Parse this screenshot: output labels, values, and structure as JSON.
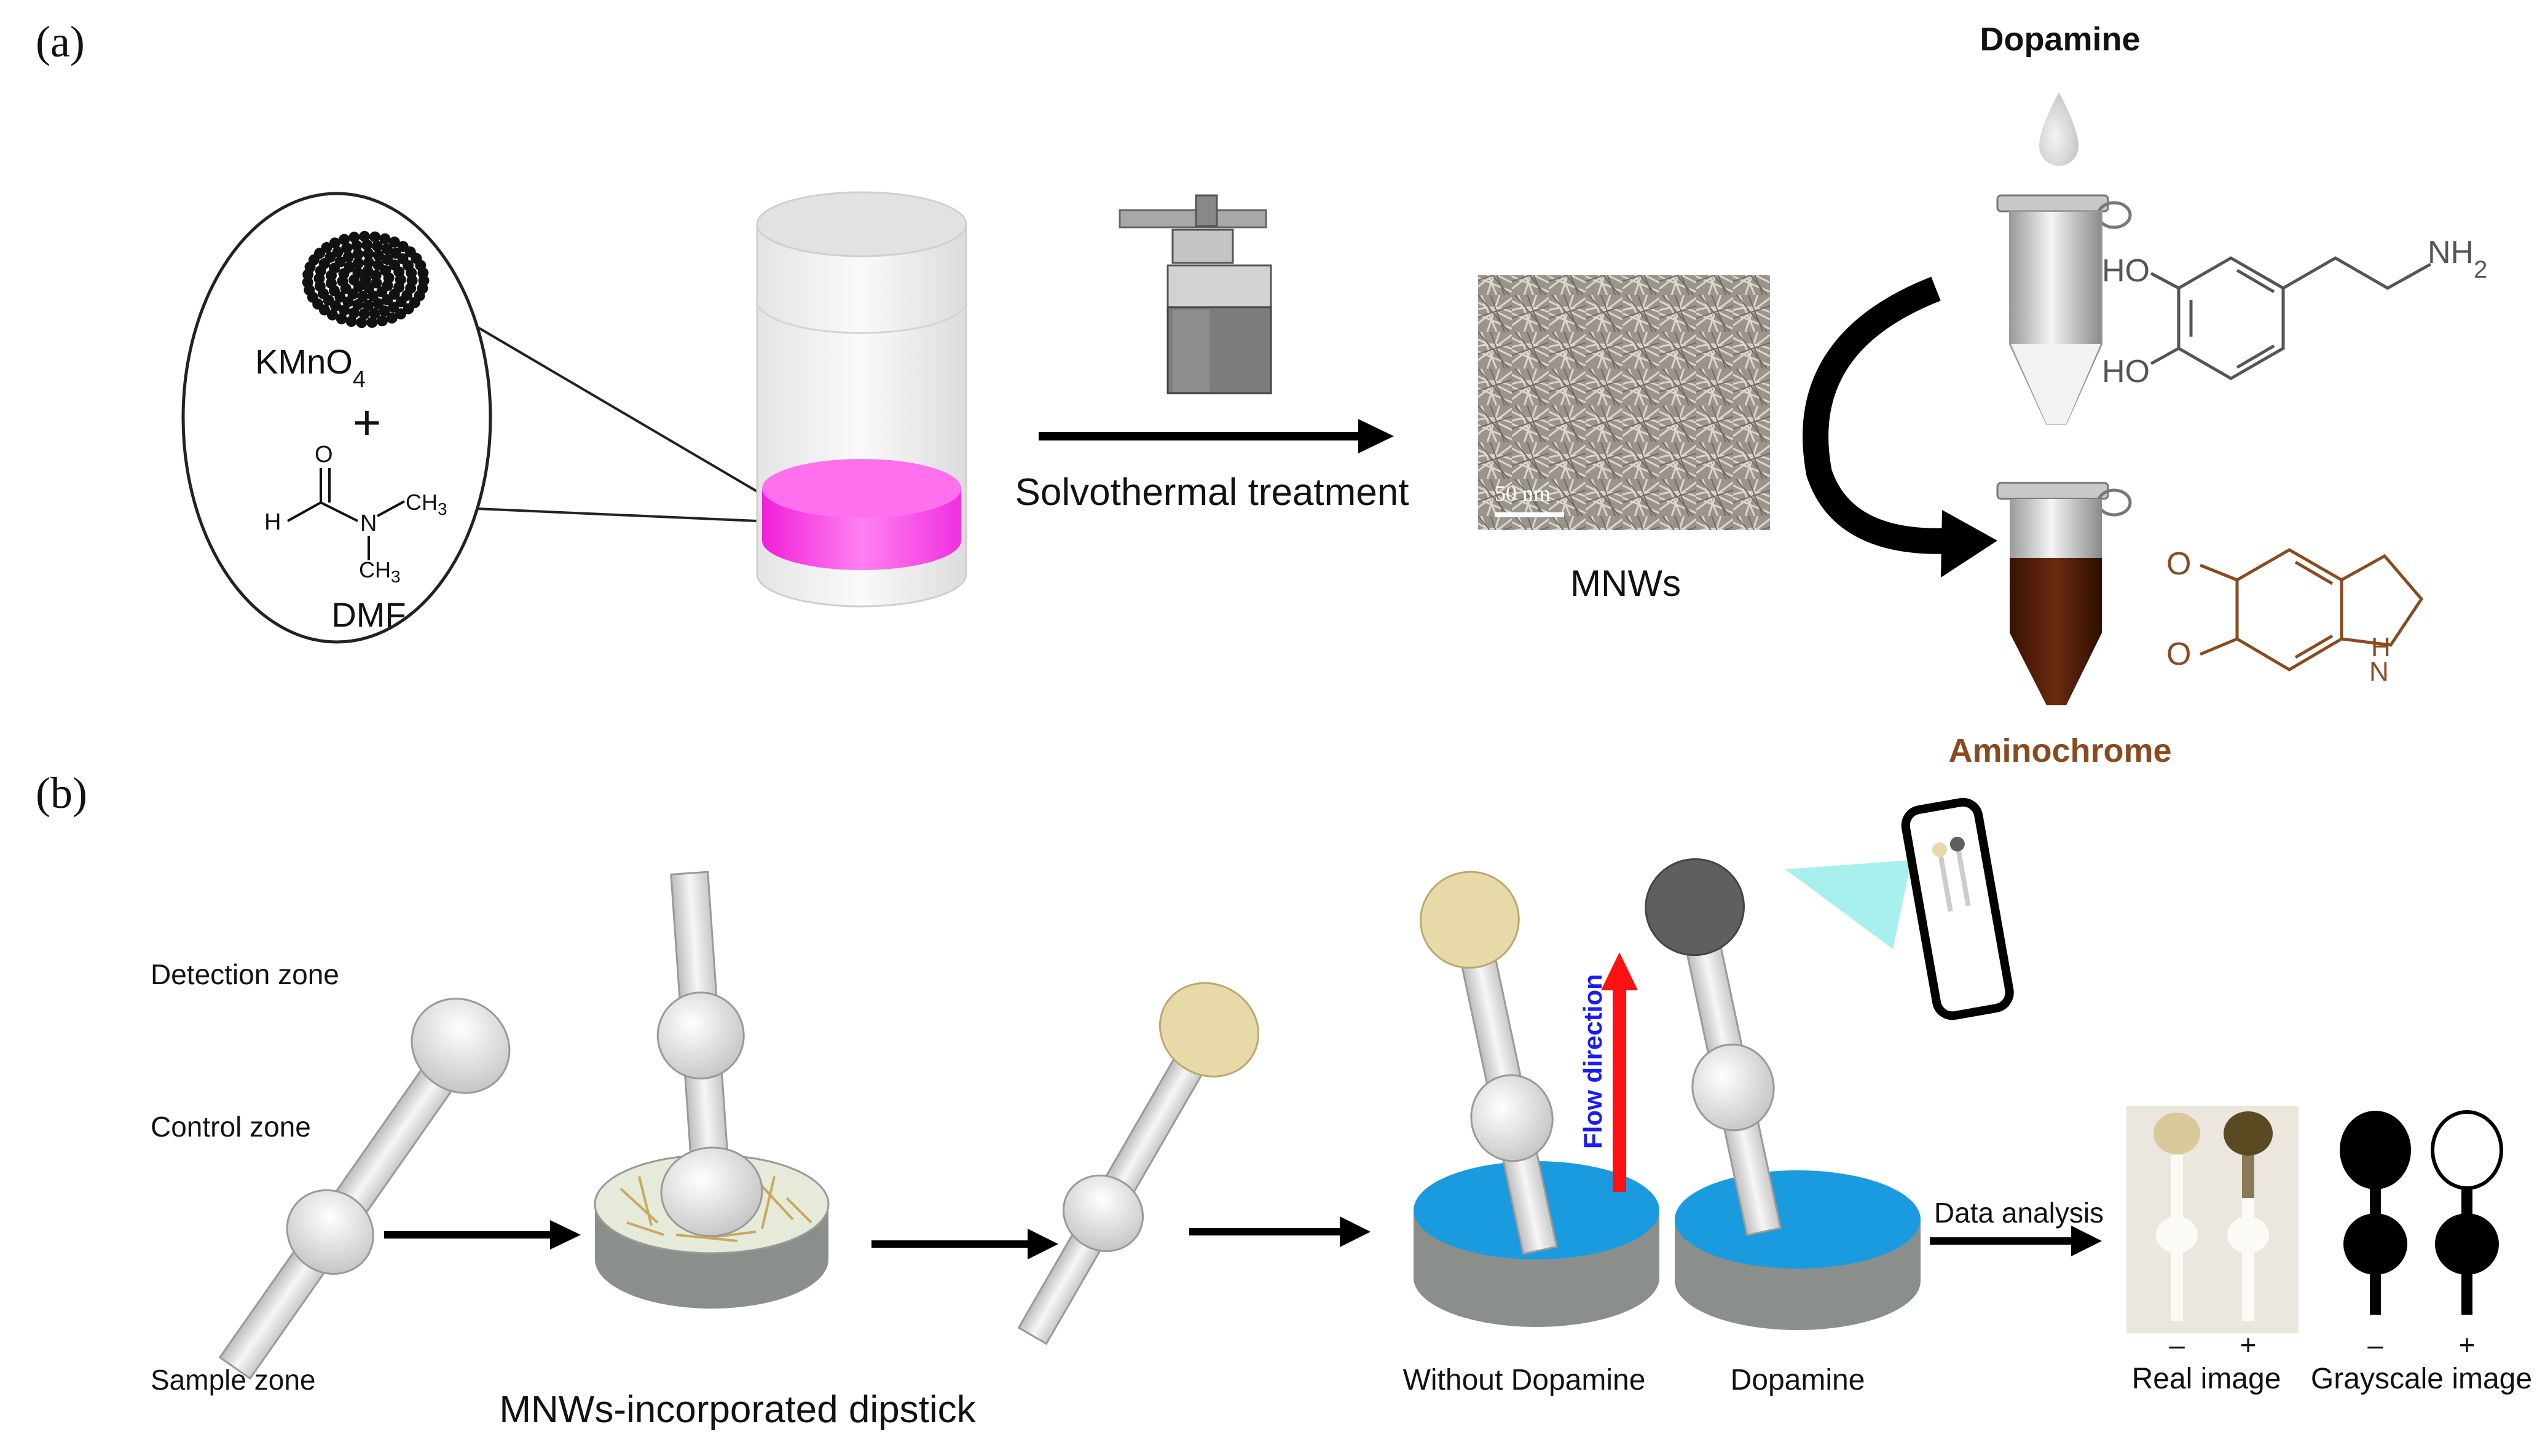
{
  "panels": {
    "a": {
      "label": "(a)",
      "reagents": {
        "kmno4_main": "KMnO",
        "kmno4_sub": "4",
        "plus": "+",
        "dmf": "DMF",
        "dmf_atoms": {
          "o": "O",
          "h": "H",
          "n": "N",
          "ch3_top": "CH",
          "ch3_bottom": "CH",
          "ch3_sub": "3"
        }
      },
      "process_label": "Solvothermal treatment",
      "scale_bar": "50 nm",
      "product_label": "MNWs",
      "dopamine_label": "Dopamine",
      "dopamine_atoms": {
        "ho_top": "HO",
        "ho_bottom": "HO",
        "nh": "NH",
        "nh_sub": "2"
      },
      "aminochrome_label": "Aminochrome",
      "aminochrome_atoms": {
        "o1": "O",
        "o2": "O",
        "n": "N",
        "h": "H"
      },
      "colors": {
        "solution": "#ff40e0",
        "aminochrome": "#7a3e16",
        "tube_liquid": "#4a1a08"
      }
    },
    "b": {
      "label": "(b)",
      "zones": {
        "detection": "Detection zone",
        "control": "Control zone",
        "sample": "Sample zone"
      },
      "dipstick_label": "MNWs-incorporated dipstick",
      "flow_label": "Flow direction",
      "without_label": "Without Dopamine",
      "with_label": "Dopamine",
      "analysis_label": "Data analysis",
      "real_image": {
        "label": "Real image",
        "minus": "–",
        "plus": "+"
      },
      "gray_image": {
        "label": "Grayscale image",
        "minus": "–",
        "plus": "+"
      },
      "colors": {
        "buffer": "#1a9be0",
        "mnw_pad": "#e8d9a8",
        "dark_pad": "#5e605e",
        "flow_arrow": "#ff1111",
        "flow_text": "#1a1aff",
        "phone_beam": "#a8f0ee"
      }
    }
  }
}
